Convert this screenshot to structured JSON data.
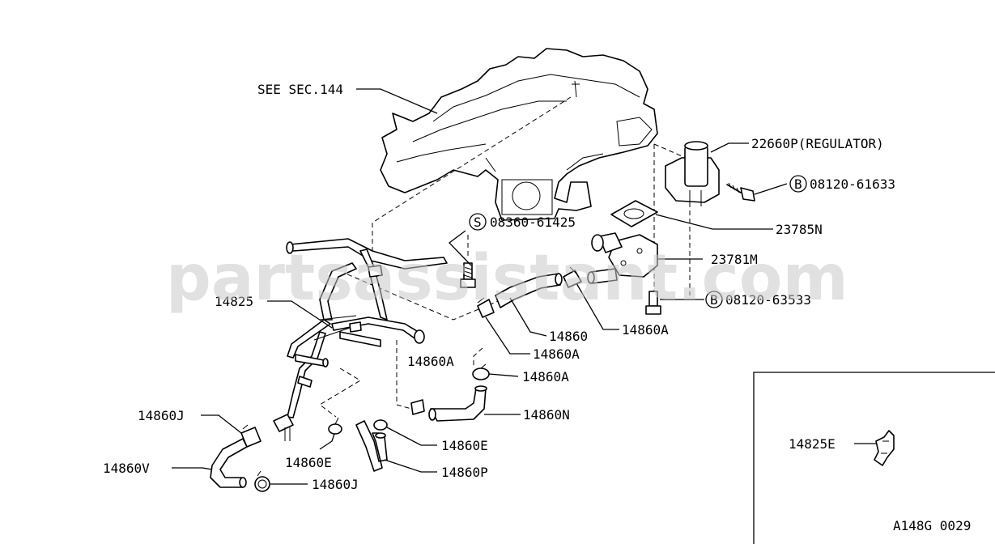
{
  "diagram": {
    "watermark": "partsassistant.com",
    "figure_code": "A148G 0029",
    "callouts": {
      "see_sec": "SEE SEC.144",
      "regulator": "22660P(REGULATOR)",
      "bolt_1_code": "08120-61633",
      "bolt_1_symbol": "B",
      "screw_code": "08360-61425",
      "screw_symbol": "S",
      "gasket": "23785N",
      "housing": "23781M",
      "bolt_2_code": "08120-63533",
      "bolt_2_symbol": "B",
      "pipe": "14825",
      "hose_14860": "14860",
      "clamp_a_1": "14860A",
      "clamp_a_2": "14860A",
      "clamp_a_3": "14860A",
      "clamp_a_4": "14860A",
      "hose_n": "14860N",
      "clamp_e_1": "14860E",
      "clamp_e_2": "14860E",
      "hose_p": "14860P",
      "clamp_j_1": "14860J",
      "clamp_j_2": "14860J",
      "hose_v": "14860V",
      "bracket": "14825E"
    }
  }
}
